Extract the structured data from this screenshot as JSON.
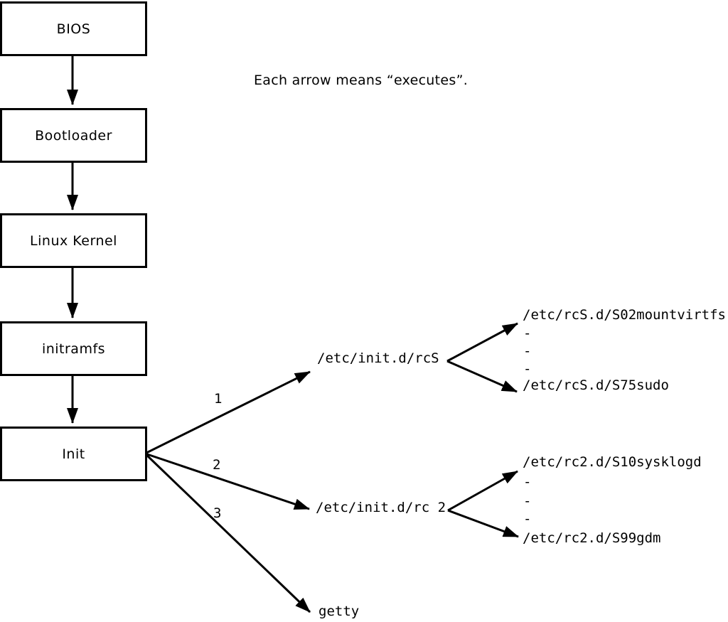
{
  "note": "Each arrow means “executes”.",
  "chain": [
    {
      "label": "BIOS"
    },
    {
      "label": "Bootloader"
    },
    {
      "label": "Linux Kernel"
    },
    {
      "label": "initramfs"
    },
    {
      "label": "Init"
    }
  ],
  "init_branches": [
    {
      "number": "1",
      "target": "/etc/init.d/rcS"
    },
    {
      "number": "2",
      "target": "/etc/init.d/rc 2"
    },
    {
      "number": "3",
      "target": "getty"
    }
  ],
  "rcS_scripts": [
    "/etc/rcS.d/S02mountvirtfs",
    "-",
    "-",
    "-",
    "/etc/rcS.d/S75sudo"
  ],
  "rc2_scripts": [
    "/etc/rc2.d/S10sysklogd",
    "-",
    "-",
    "-",
    "/etc/rc2.d/S99gdm"
  ],
  "colors": {
    "foreground": "#000000",
    "background": "#ffffff"
  }
}
